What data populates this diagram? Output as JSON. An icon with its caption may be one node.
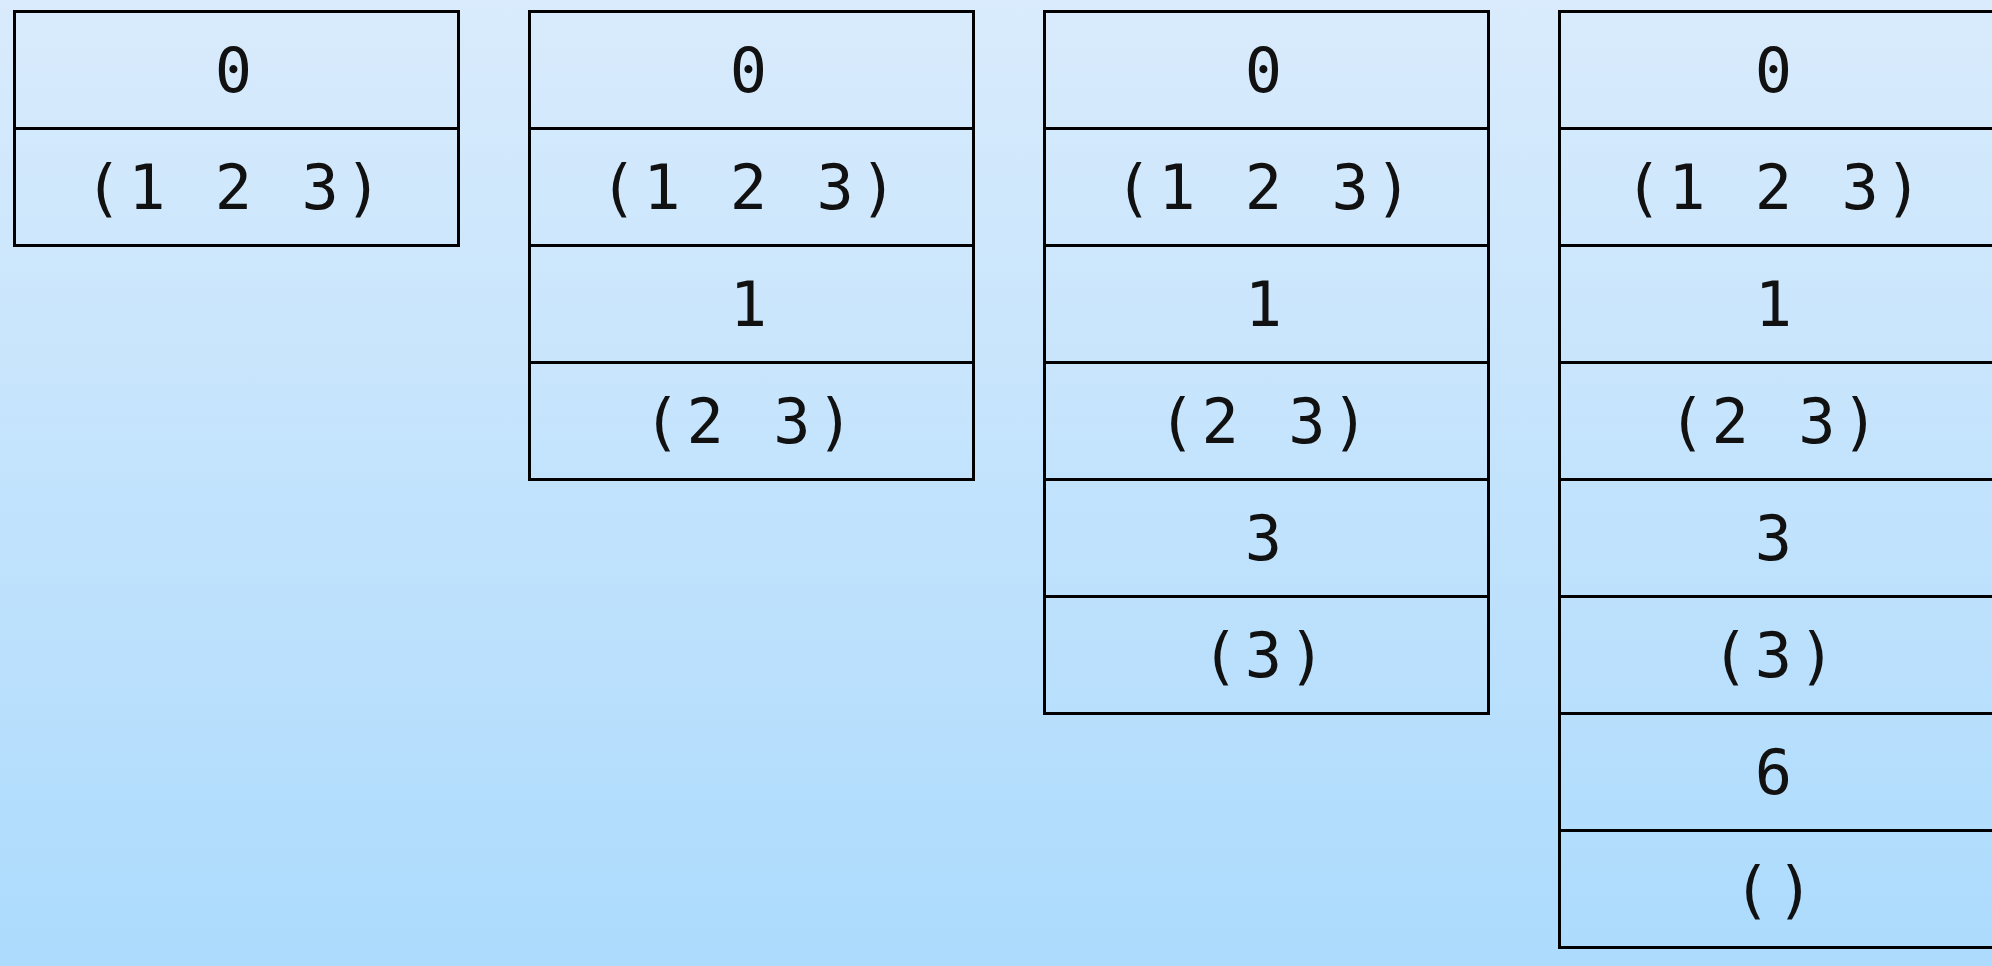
{
  "diagram": {
    "nodes": [
      {
        "text": [
          "0"
        ]
      },
      {
        "text": [
          "(1 2 3)"
        ]
      },
      {
        "text": [
          "0"
        ]
      },
      {
        "text": [
          "(1 2 3)"
        ]
      },
      {
        "text": [
          "1"
        ]
      },
      {
        "text": [
          "(2 3)"
        ]
      },
      {
        "text": [
          "0"
        ]
      },
      {
        "text": [
          "(1 2 3)"
        ]
      },
      {
        "text": [
          "1"
        ]
      },
      {
        "text": [
          "(2 3)"
        ]
      },
      {
        "text": [
          "3"
        ]
      },
      {
        "text": [
          "(3)"
        ]
      },
      {
        "text": [
          "0"
        ]
      },
      {
        "text": [
          "(1 2 3)"
        ]
      },
      {
        "text": [
          "1"
        ]
      },
      {
        "text": [
          "(2 3)"
        ]
      },
      {
        "text": [
          "3"
        ]
      },
      {
        "text": [
          "(3)"
        ]
      },
      {
        "text": [
          "6"
        ]
      },
      {
        "text": [
          "()"
        ]
      }
    ]
  }
}
